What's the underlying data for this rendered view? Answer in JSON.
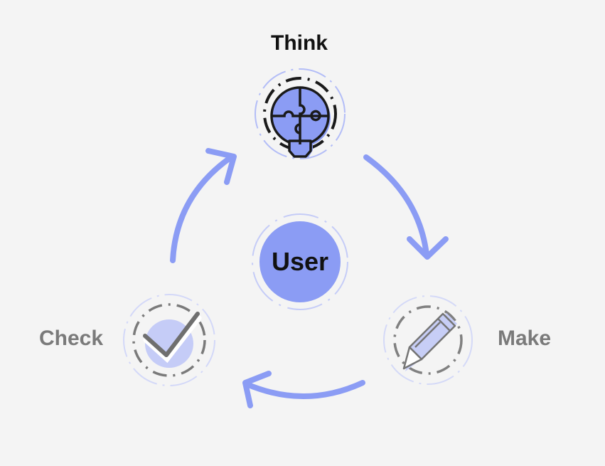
{
  "diagram": {
    "center": {
      "label": "User"
    },
    "stages": [
      {
        "label": "Think",
        "icon": "lightbulb-puzzle-icon",
        "active": true
      },
      {
        "label": "Make",
        "icon": "pencil-icon",
        "active": false
      },
      {
        "label": "Check",
        "icon": "checkmark-icon",
        "active": false
      }
    ],
    "colors": {
      "accent": "#8b9cf4",
      "faded": "#c5ccf7",
      "inactive": "#7a7a7a",
      "background": "#f4f4f4"
    }
  }
}
